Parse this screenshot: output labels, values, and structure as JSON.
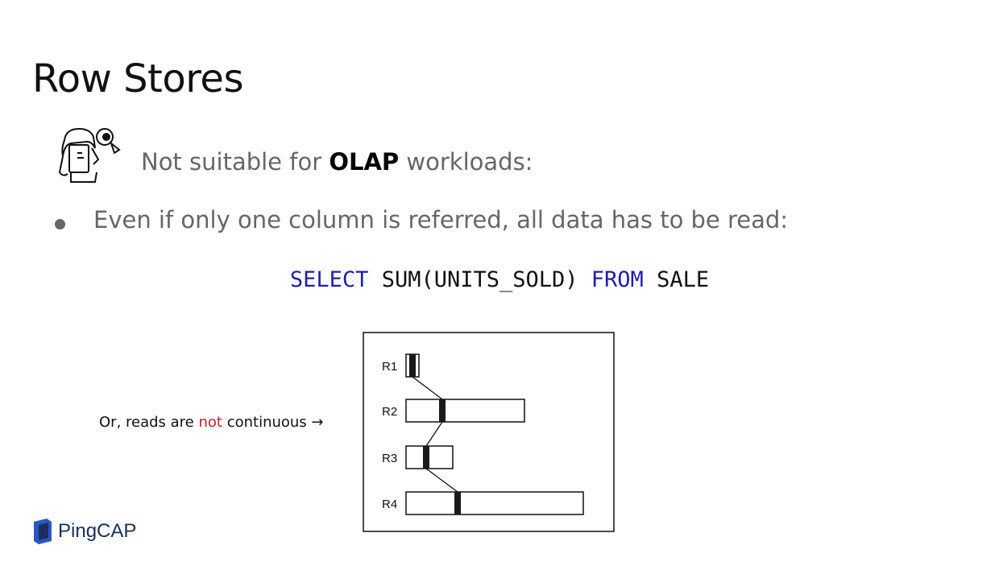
{
  "slide": {
    "title": "Row Stores",
    "callout": {
      "prefix": "Not suitable for ",
      "emphasis": "OLAP",
      "suffix": " workloads:"
    },
    "bullet": "Even if only one column is referred, all data has to be read:",
    "query": {
      "select_kw": "SELECT",
      "expr": " SUM(UNITS_SOLD) ",
      "from_kw": "FROM",
      "table": " SALE"
    },
    "side_note": {
      "prefix": "Or, reads are ",
      "highlight": "not",
      "suffix": " continuous →"
    },
    "rows": [
      {
        "label": "R1",
        "length_units": 16,
        "marker_units": 8
      },
      {
        "label": "R2",
        "length_units": 147,
        "marker_units": 45
      },
      {
        "label": "R3",
        "length_units": 58,
        "marker_units": 25
      },
      {
        "label": "R4",
        "length_units": 220,
        "marker_units": 64
      }
    ]
  },
  "footer": {
    "logo_text": "PingCAP",
    "logo_color": "#1a2f5a"
  },
  "colors": {
    "keyword": "#1f1fa8",
    "highlight": "#c0202a"
  }
}
